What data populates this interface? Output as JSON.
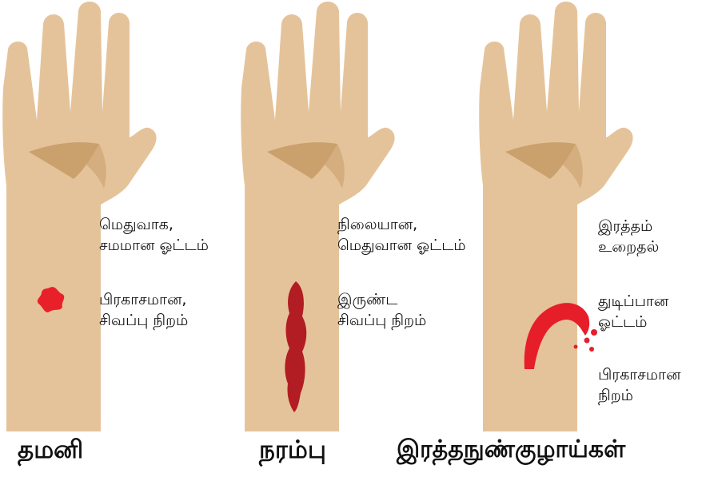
{
  "colors": {
    "skin": "#E5C39A",
    "palm_shadow": "#C79C68",
    "arterial_blood": "#E8202A",
    "venous_blood": "#B11D22",
    "capillary_blood": "#E61E2A"
  },
  "panels": [
    {
      "caption": "தமனி",
      "notes": [
        {
          "lines": [
            "மெதுவாக,",
            "சமமான ஓட்டம்"
          ]
        },
        {
          "lines": [
            "பிரகாசமான,",
            "சிவப்பு நிறம்"
          ]
        }
      ]
    },
    {
      "caption": "நரம்பு",
      "notes": [
        {
          "lines": [
            "நிலையான,",
            "மெதுவான ஓட்டம்"
          ]
        },
        {
          "lines": [
            "இருண்ட",
            "சிவப்பு நிறம்"
          ]
        }
      ]
    },
    {
      "caption": "இரத்தநுண்குழாய்கள்",
      "notes": [
        {
          "lines": [
            "இரத்தம்",
            "உறைதல்"
          ]
        },
        {
          "lines": [
            "துடிப்பான",
            "ஓட்டம்"
          ]
        },
        {
          "lines": [
            "பிரகாசமான",
            "நிறம்"
          ]
        }
      ]
    }
  ]
}
